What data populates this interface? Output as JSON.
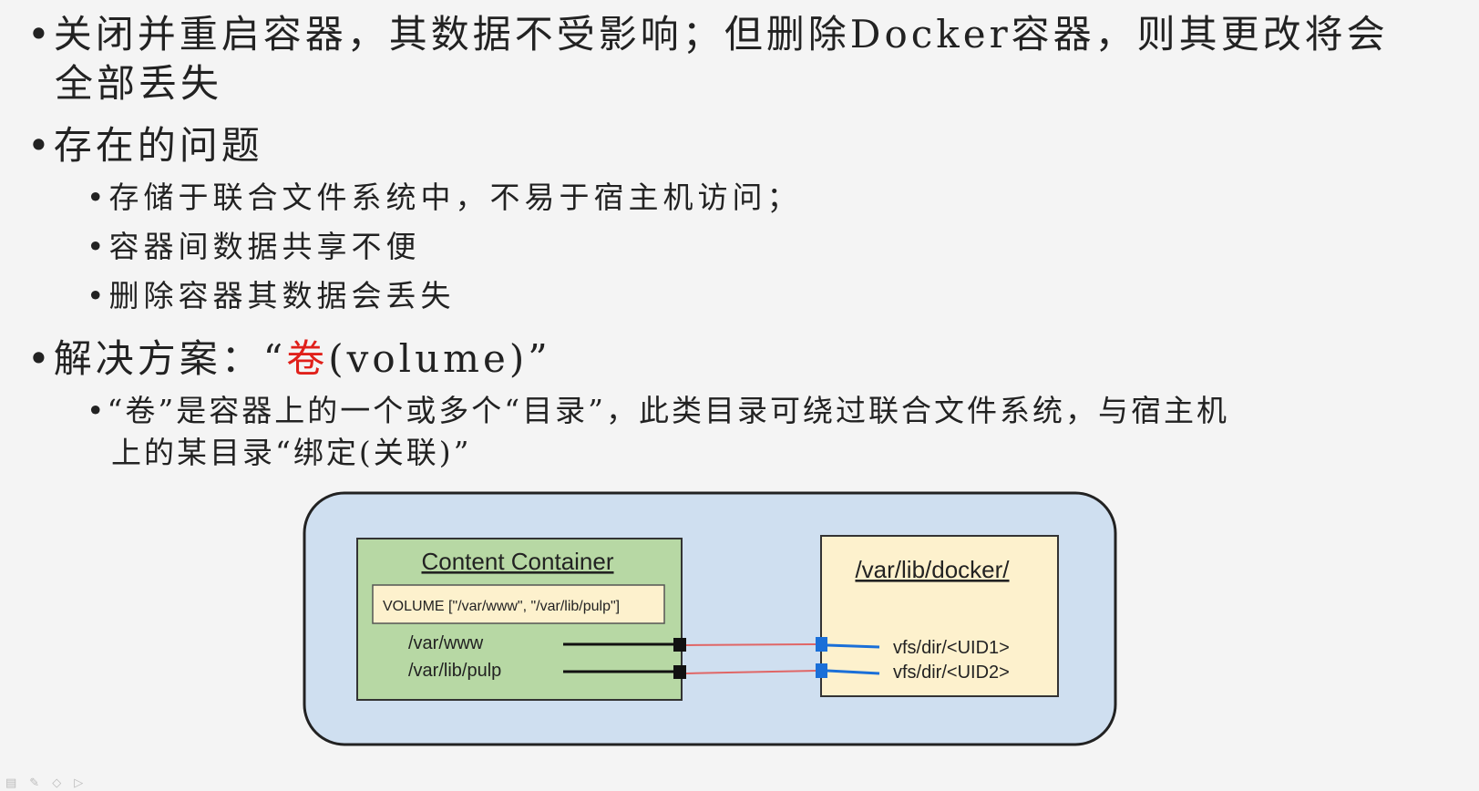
{
  "bullets": {
    "b1_line1": "关闭并重启容器，其数据不受影响；但删除Docker容器，则其更改将会",
    "b1_line2": "全部丢失",
    "b2": "存在的问题",
    "b2_subs": [
      "存储于联合文件系统中，不易于宿主机访问；",
      "容器间数据共享不便",
      "删除容器其数据会丢失"
    ],
    "b3_prefix": "解决方案：“",
    "b3_red": "卷",
    "b3_suffix": "(volume)”",
    "b3_sub_line1": "“卷”是容器上的一个或多个“目录”，此类目录可绕过联合文件系统，与宿主机",
    "b3_sub_line2": "上的某目录“绑定(关联)”"
  },
  "diagram": {
    "container_title": "Content Container",
    "volume_decl": "VOLUME [\"/var/www\", \"/var/lib/pulp\"]",
    "container_paths": [
      "/var/www",
      "/var/lib/pulp"
    ],
    "host_title": "/var/lib/docker/",
    "host_paths": [
      "vfs/dir/<UID1>",
      "vfs/dir/<UID2>"
    ],
    "colors": {
      "outer_fill": "#cfdff0",
      "container_fill": "#b7d8a4",
      "host_fill": "#fdf1cd",
      "link_line": "#e06666",
      "host_connector": "#1a6fd8"
    }
  },
  "toolbar_icons": [
    "slide-icon",
    "pen-icon",
    "eraser-icon",
    "pointer-icon"
  ]
}
